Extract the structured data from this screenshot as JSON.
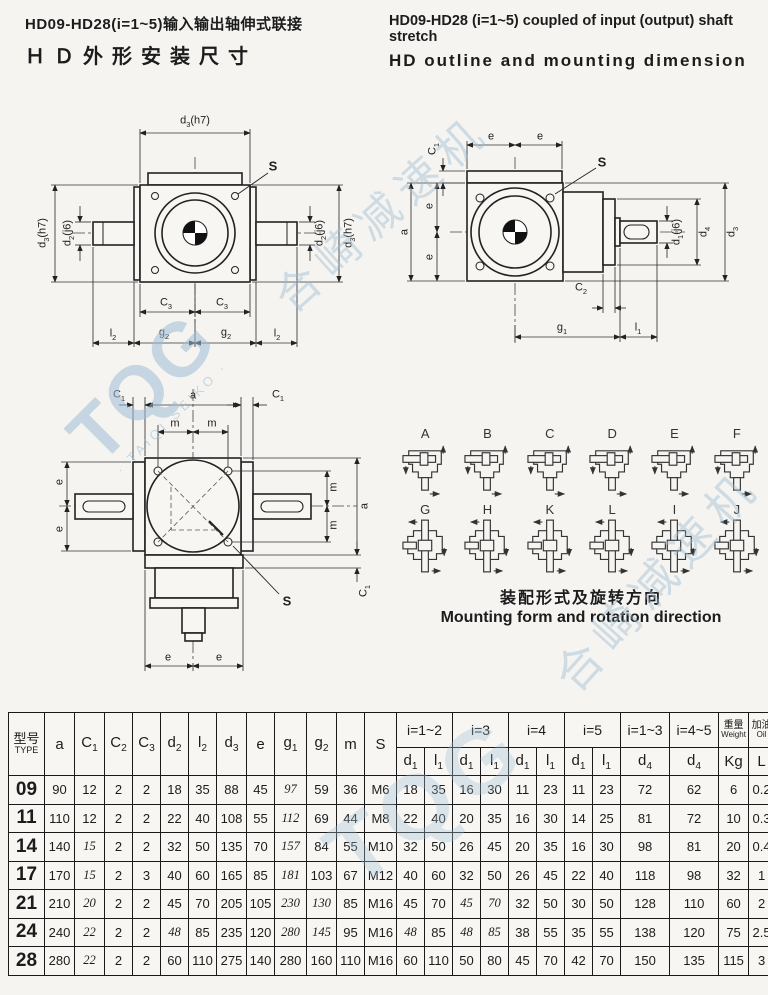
{
  "header": {
    "zh_line1": "HD09-HD28(i=1~5)输入输出轴伸式联接",
    "zh_line2": "ＨＤ外形安装尺寸",
    "en_line1": "HD09-HD28 (i=1~5) coupled of input (output) shaft stretch",
    "en_line2": "HD outline and mounting dimension"
  },
  "watermark": {
    "logo": "TQG",
    "logo_sub": "· TAIQI SEIKO ·",
    "cn_text": "合崎减速机"
  },
  "drawings": {
    "front": {
      "d3_h7": "d3(h7)",
      "d2_j6": "d2(j6)",
      "s": "S",
      "c3": "C3",
      "l2": "l2",
      "g2": "g2"
    },
    "side": {
      "c1": "C1",
      "e": "e",
      "s": "S",
      "a": "a",
      "d1_j6": "d1(j6)",
      "d4": "d4",
      "d3": "d3",
      "c2": "C2",
      "g1": "g1",
      "l1": "l1"
    },
    "top": {
      "c1": "C1",
      "a": "a",
      "m": "m",
      "e": "e",
      "s": "S"
    }
  },
  "mounting": {
    "letters": [
      "A",
      "B",
      "C",
      "D",
      "E",
      "F",
      "G",
      "H",
      "K",
      "L",
      "I",
      "J"
    ],
    "caption_zh": "装配形式及旋转方向",
    "caption_en": "Mounting form and rotation direction"
  },
  "table": {
    "type_header": {
      "zh": "型号",
      "en": "TYPE"
    },
    "span_headers": [
      "a",
      "C1",
      "C2",
      "C3",
      "d2",
      "l2",
      "d3",
      "e",
      "g1",
      "g2",
      "m",
      "S"
    ],
    "group_headers": [
      {
        "label": "i=1~2",
        "cols": [
          "d1",
          "l1"
        ]
      },
      {
        "label": "i=3",
        "cols": [
          "d1",
          "l1"
        ]
      },
      {
        "label": "i=4",
        "cols": [
          "d1",
          "l1"
        ]
      },
      {
        "label": "i=5",
        "cols": [
          "d1",
          "l1"
        ]
      },
      {
        "label": "i=1~3",
        "cols": [
          "d4"
        ]
      },
      {
        "label": "i=4~5",
        "cols": [
          "d4"
        ]
      }
    ],
    "weight_header": {
      "zh": "重量",
      "en": "Weight",
      "unit": "Kg"
    },
    "oil_header": {
      "zh": "加油",
      "en": "Oil",
      "unit": "L"
    },
    "rows": [
      {
        "type": "09",
        "values": [
          "90",
          "12",
          "2",
          "2",
          "18",
          "35",
          "88",
          "45",
          "97",
          "59",
          "36",
          "M6",
          "18",
          "35",
          "16",
          "30",
          "11",
          "23",
          "11",
          "23",
          "72",
          "62",
          "6",
          "0.2"
        ],
        "italic": [
          8
        ]
      },
      {
        "type": "11",
        "values": [
          "110",
          "12",
          "2",
          "2",
          "22",
          "40",
          "108",
          "55",
          "112",
          "69",
          "44",
          "M8",
          "22",
          "40",
          "20",
          "35",
          "16",
          "30",
          "14",
          "25",
          "81",
          "72",
          "10",
          "0.3"
        ],
        "italic": [
          8
        ]
      },
      {
        "type": "14",
        "values": [
          "140",
          "15",
          "2",
          "2",
          "32",
          "50",
          "135",
          "70",
          "157",
          "84",
          "55",
          "M10",
          "32",
          "50",
          "26",
          "45",
          "20",
          "35",
          "16",
          "30",
          "98",
          "81",
          "20",
          "0.4"
        ],
        "italic": [
          1,
          8
        ]
      },
      {
        "type": "17",
        "values": [
          "170",
          "15",
          "2",
          "3",
          "40",
          "60",
          "165",
          "85",
          "181",
          "103",
          "67",
          "M12",
          "40",
          "60",
          "32",
          "50",
          "26",
          "45",
          "22",
          "40",
          "118",
          "98",
          "32",
          "1"
        ],
        "italic": [
          1,
          8
        ]
      },
      {
        "type": "21",
        "values": [
          "210",
          "20",
          "2",
          "2",
          "45",
          "70",
          "205",
          "105",
          "230",
          "130",
          "85",
          "M16",
          "45",
          "70",
          "45",
          "70",
          "32",
          "50",
          "30",
          "50",
          "128",
          "110",
          "60",
          "2"
        ],
        "italic": [
          1,
          8,
          9,
          14,
          15
        ]
      },
      {
        "type": "24",
        "values": [
          "240",
          "22",
          "2",
          "2",
          "48",
          "85",
          "235",
          "120",
          "280",
          "145",
          "95",
          "M16",
          "48",
          "85",
          "48",
          "85",
          "38",
          "55",
          "35",
          "55",
          "138",
          "120",
          "75",
          "2.5"
        ],
        "italic": [
          1,
          4,
          8,
          9,
          12,
          14,
          15
        ]
      },
      {
        "type": "28",
        "values": [
          "280",
          "22",
          "2",
          "2",
          "60",
          "110",
          "275",
          "140",
          "280",
          "160",
          "110",
          "M16",
          "60",
          "110",
          "50",
          "80",
          "45",
          "70",
          "42",
          "70",
          "150",
          "135",
          "115",
          "3"
        ],
        "italic": [
          1
        ]
      }
    ]
  }
}
